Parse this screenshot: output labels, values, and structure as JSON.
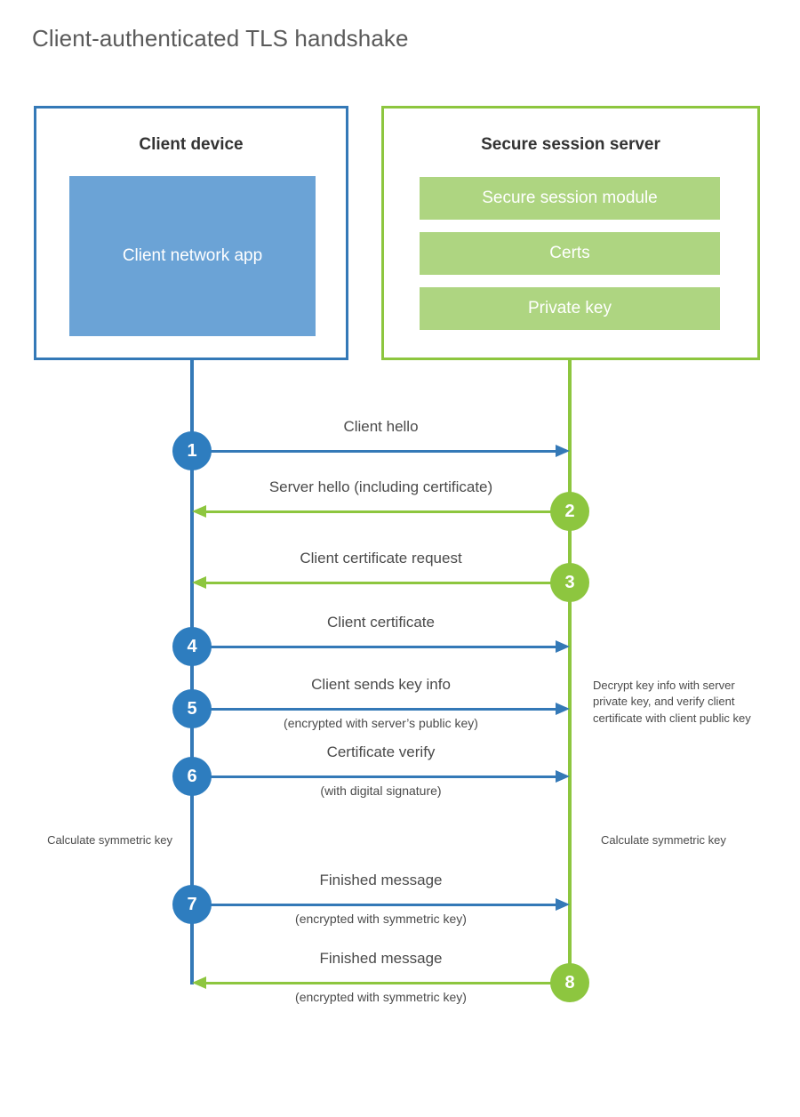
{
  "title": "Client-authenticated TLS handshake",
  "colors": {
    "client_border": "#3479B7",
    "client_badge": "#2E7DBF",
    "client_app_fill": "#6BA3D6",
    "server_border": "#8DC63F",
    "server_badge": "#8DC63F",
    "server_block_fill": "#AED581",
    "text": "#4a4a4a",
    "title_text": "#5a5a5a",
    "background": "#ffffff"
  },
  "client": {
    "title": "Client device",
    "app_label": "Client network app"
  },
  "server": {
    "title": "Secure session server",
    "blocks": [
      {
        "label": "Secure session module"
      },
      {
        "label": "Certs"
      },
      {
        "label": "Private key"
      }
    ]
  },
  "messages": [
    {
      "step": "1",
      "label": "Client hello",
      "sublabel": "",
      "direction": "client-to-server"
    },
    {
      "step": "2",
      "label": "Server hello (including certificate)",
      "sublabel": "",
      "direction": "server-to-client"
    },
    {
      "step": "3",
      "label": "Client certificate request",
      "sublabel": "",
      "direction": "server-to-client"
    },
    {
      "step": "4",
      "label": "Client certificate",
      "sublabel": "",
      "direction": "client-to-server"
    },
    {
      "step": "5",
      "label": "Client sends key info",
      "sublabel": "(encrypted with server’s public key)",
      "direction": "client-to-server"
    },
    {
      "step": "6",
      "label": "Certificate verify",
      "sublabel": "(with digital signature)",
      "direction": "client-to-server"
    },
    {
      "step": "7",
      "label": "Finished message",
      "sublabel": "(encrypted with symmetric key)",
      "direction": "client-to-server"
    },
    {
      "step": "8",
      "label": "Finished message",
      "sublabel": "(encrypted with symmetric key)",
      "direction": "server-to-client"
    }
  ],
  "notes": {
    "server_decrypt": "Decrypt key info with server private key, and verify client certificate with client public key",
    "client_calculate": "Calculate symmetric key",
    "server_calculate": "Calculate symmetric key"
  }
}
